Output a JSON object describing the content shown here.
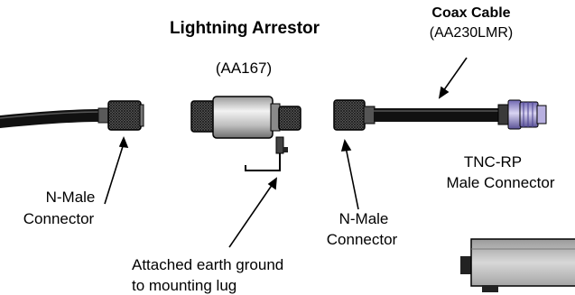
{
  "arrestor": {
    "title": "Lightning Arrestor",
    "part": "(AA167)"
  },
  "coax": {
    "title": "Coax Cable",
    "part": "(AA230LMR)"
  },
  "connectors": {
    "n_male_left_line1": "N-Male",
    "n_male_left_line2": "Connector",
    "n_male_right_line1": "N-Male",
    "n_male_right_line2": "Connector",
    "tnc_line1": "TNC-RP",
    "tnc_line2": "Male Connector"
  },
  "ground": {
    "line1": "Attached earth ground",
    "line2": "to mounting lug"
  },
  "colors": {
    "cable": "#111111",
    "arrestor_body": "#d0d0d0",
    "knurl": "#3a3a3a",
    "tnc_accent": "#8f86c8"
  }
}
